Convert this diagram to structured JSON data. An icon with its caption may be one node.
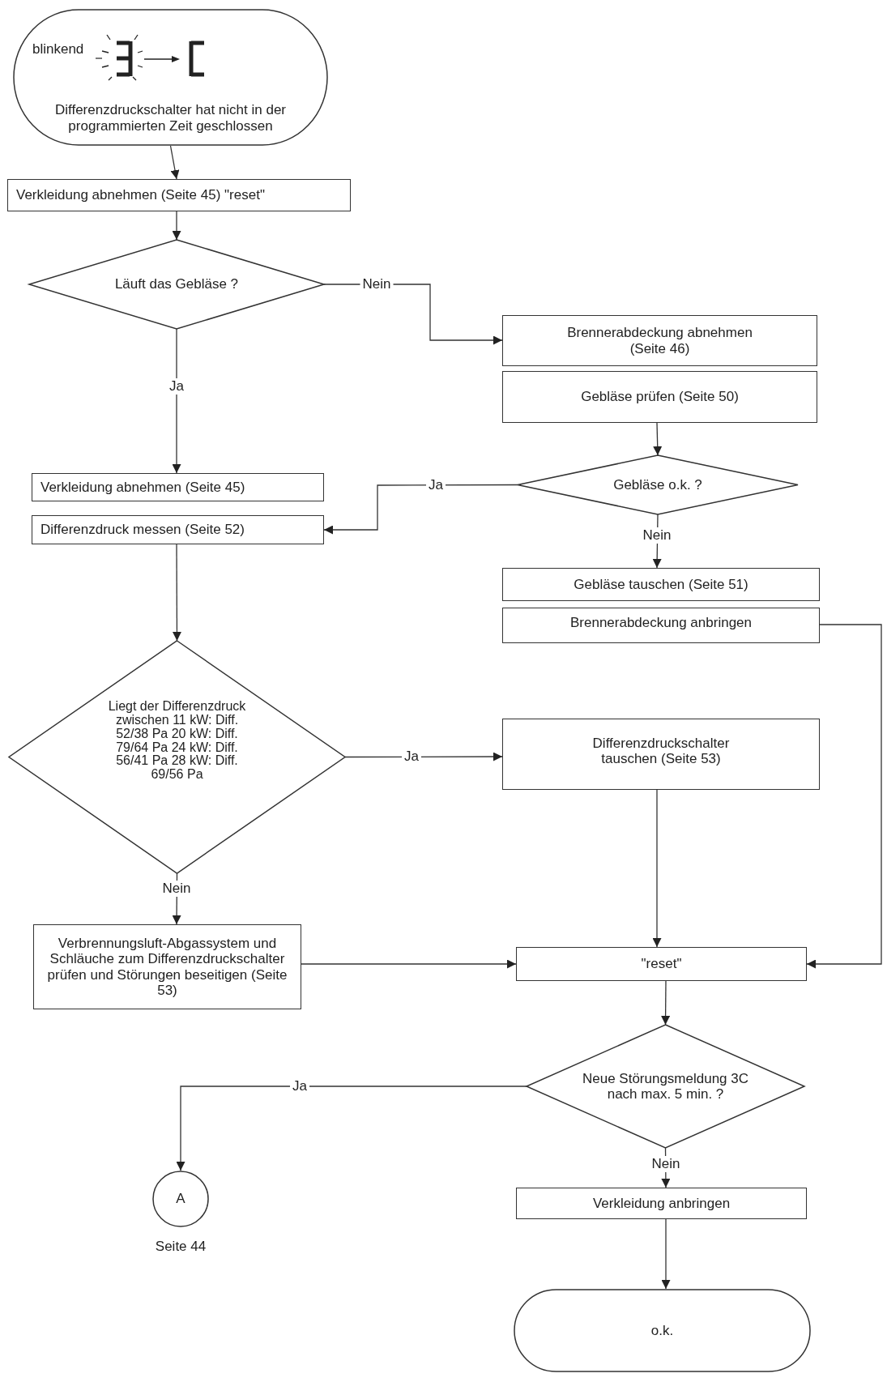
{
  "diagram": {
    "nodes": [
      {
        "text": [
          "blinkend",
          "Differenzdruckschalter hat nicht in der programmierten Zeit geschlossen"
        ]
      },
      {
        "text": [
          "Verkleidung abnehmen (Seite 45)  \"reset\""
        ]
      },
      {
        "text": [
          "Läuft das Gebläse ?"
        ]
      },
      {
        "text": [
          "Brennerabdeckung abnehmen (Seite 46)"
        ]
      },
      {
        "text": [
          "Gebläse prüfen (Seite 50)"
        ]
      },
      {
        "text": [
          "Gebläse o.k. ?"
        ]
      },
      {
        "text": [
          "Verkleidung abnehmen (Seite 45)"
        ]
      },
      {
        "text": [
          "Differenzdruck messen (Seite 52)"
        ]
      },
      {
        "text": [
          "Gebläse tauschen (Seite 51)"
        ]
      },
      {
        "text": [
          "Brennerabdeckung anbringen"
        ]
      },
      {
        "text": [
          "Liegt der Differenzdruck zwischen 11 kW: Diff. 52/38 Pa 20 kW: Diff. 79/64 Pa 24 kW: Diff. 56/41 Pa 28 kW: Diff. 69/56 Pa"
        ]
      },
      {
        "text": [
          "Differenzdruckschalter tauschen (Seite 53)"
        ]
      },
      {
        "text": [
          "Verbrennungsluft-Abgassystem und Schläuche zum Differenzdruckschalter prüfen und Störungen beseitigen (Seite 53)"
        ]
      },
      {
        "text": [
          "\"reset\""
        ]
      },
      {
        "text": [
          "Neue Störungsmeldung 3C nach max. 5 min. ?"
        ]
      },
      {
        "text": [
          "Verkleidung anbringen"
        ]
      },
      {
        "text": [
          "o.k."
        ]
      },
      {
        "text": [
          "A"
        ],
        "beside": [
          "Seite 44"
        ]
      }
    ],
    "edges": [
      {
        "from": 0,
        "to": 1,
        "arrow": "to"
      },
      {
        "from": 1,
        "to": 2,
        "arrow": "to"
      },
      {
        "from": 2,
        "to": 3,
        "label": "Nein",
        "arrow": "to"
      },
      {
        "from": 2,
        "to": 6,
        "label": "Ja",
        "arrow": "to"
      },
      {
        "from": 4,
        "to": 5,
        "arrow": "to"
      },
      {
        "from": 5,
        "to": 7,
        "label": "Ja",
        "arrow": "to"
      },
      {
        "from": 5,
        "to": 8,
        "label": "Nein",
        "arrow": "to"
      },
      {
        "from": 7,
        "to": 10,
        "arrow": "to"
      },
      {
        "from": 10,
        "to": 11,
        "label": "Ja",
        "arrow": "to"
      },
      {
        "from": 10,
        "to": 12,
        "label": "Nein",
        "arrow": "to"
      },
      {
        "from": 9,
        "to": 13,
        "arrow": "to"
      },
      {
        "from": 11,
        "to": 13,
        "arrow": "to"
      },
      {
        "from": 12,
        "to": 13,
        "arrow": "to"
      },
      {
        "from": 13,
        "to": 14,
        "arrow": "to"
      },
      {
        "from": 14,
        "to": 17,
        "label": "Ja",
        "arrow": "to"
      },
      {
        "from": 14,
        "to": 15,
        "label": "Nein",
        "arrow": "to"
      },
      {
        "from": 15,
        "to": 16,
        "arrow": "to"
      }
    ]
  }
}
